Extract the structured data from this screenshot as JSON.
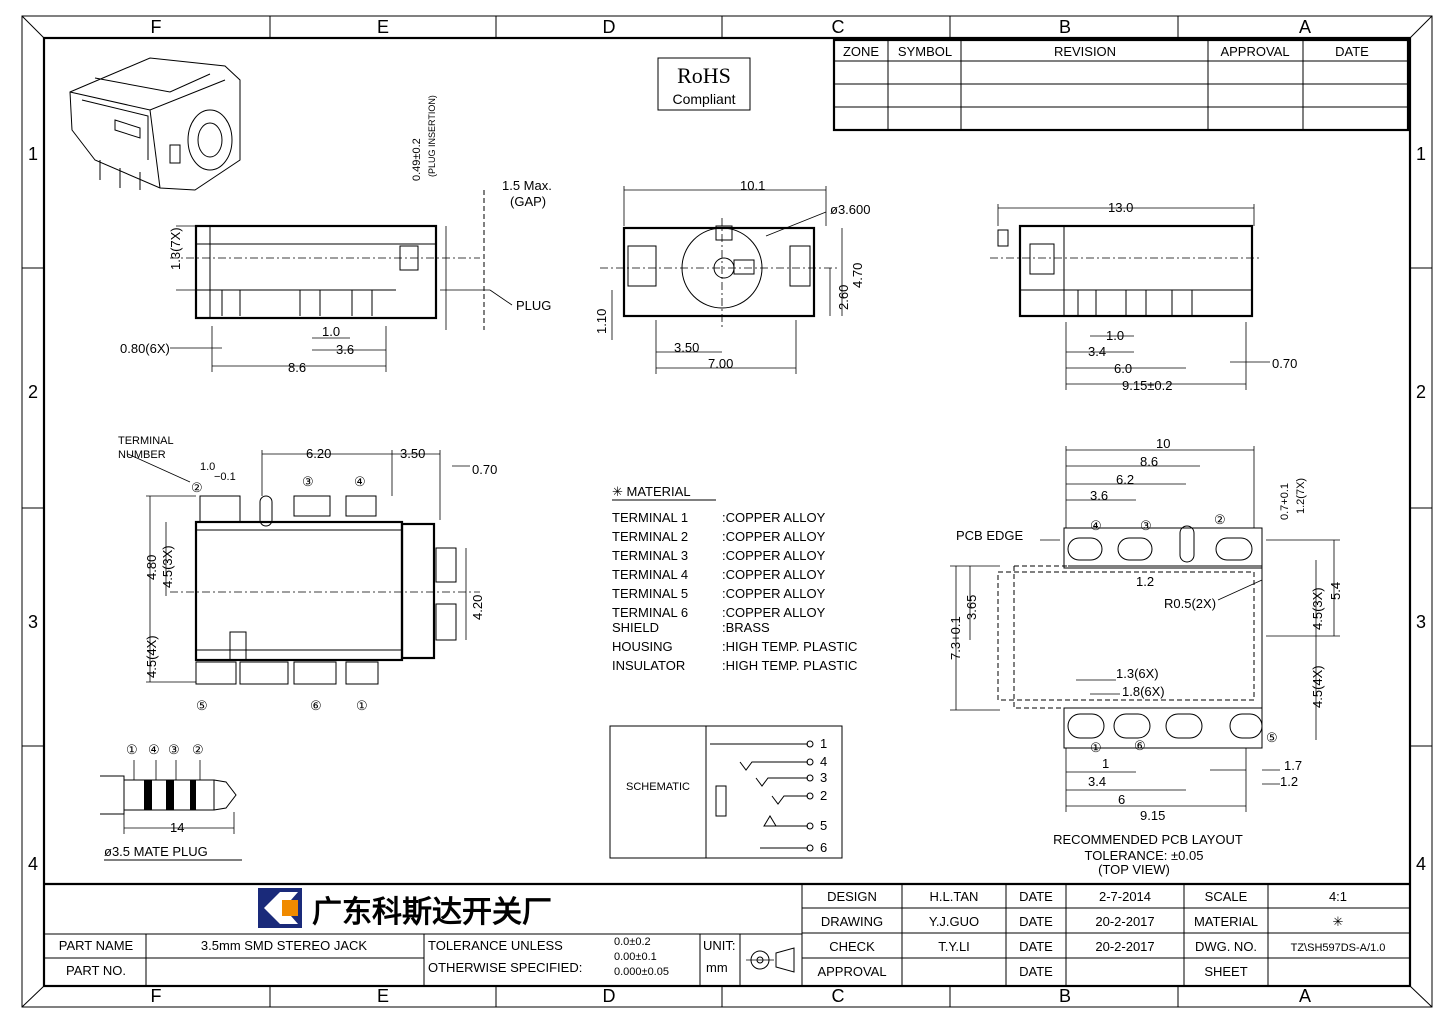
{
  "border": {
    "columns": [
      "F",
      "E",
      "D",
      "C",
      "B",
      "A"
    ],
    "rows": [
      "1",
      "2",
      "3",
      "4"
    ]
  },
  "revision_table": {
    "headers": [
      "ZONE",
      "SYMBOL",
      "REVISION",
      "APPROVAL",
      "DATE"
    ]
  },
  "rohs": {
    "line1": "RoHS",
    "line2": "Compliant"
  },
  "side_view": {
    "dims": [
      "0.49±0.2",
      "(PLUG INSERTION)",
      "1.5 Max.",
      "(GAP)",
      "1.3(7X)",
      "PLUG",
      "1.0",
      "3.6",
      "0.80(6X)",
      "8.6"
    ]
  },
  "front_view": {
    "dims": [
      "10.1",
      "ø3.600",
      "4.70",
      "2.60",
      "1.10",
      "3.50",
      "7.00"
    ]
  },
  "right_view": {
    "dims": [
      "13.0",
      "1.0",
      "3.4",
      "6.0",
      "0.70",
      "9.15±0.2"
    ]
  },
  "top_view": {
    "dims": [
      "TERMINAL",
      "NUMBER",
      "1.0",
      "−0.1",
      "6.20",
      "3.50",
      "0.70",
      "4.80",
      "4.5(3X)",
      "4.20",
      "4.5(4X)"
    ],
    "terminals_top": [
      "②",
      "③",
      "④"
    ],
    "terminals_bottom": [
      "⑤",
      "⑥",
      "①"
    ]
  },
  "material": {
    "title": "✳ MATERIAL",
    "rows": [
      {
        "name": "TERMINAL  1",
        "value": ":COPPER  ALLOY"
      },
      {
        "name": "TERMINAL  2",
        "value": ":COPPER  ALLOY"
      },
      {
        "name": "TERMINAL  3",
        "value": ":COPPER  ALLOY"
      },
      {
        "name": "TERMINAL  4",
        "value": ":COPPER  ALLOY"
      },
      {
        "name": "TERMINAL  5",
        "value": ":COPPER  ALLOY"
      },
      {
        "name": "TERMINAL  6",
        "value": ":COPPER  ALLOY"
      },
      {
        "name": "SHIELD",
        "value": ":BRASS"
      },
      {
        "name": "HOUSING",
        "value": ":HIGH  TEMP.  PLASTIC"
      },
      {
        "name": "INSULATOR",
        "value": ":HIGH  TEMP.  PLASTIC"
      }
    ]
  },
  "schematic": {
    "label": "SCHEMATIC",
    "pins": [
      "1",
      "4",
      "3",
      "2",
      "5",
      "6"
    ]
  },
  "plug": {
    "labels": [
      "①",
      "④",
      "③",
      "②"
    ],
    "length": "14",
    "caption": "ø3.5  MATE  PLUG"
  },
  "pcb_layout": {
    "dims": [
      "10",
      "8.6",
      "6.2",
      "3.6",
      "0.7+0.1",
      "1.2(7X)",
      "PCB  EDGE",
      "1.2",
      "R0.5(2X)",
      "3.65",
      "7.3+0.1",
      "4.5(3X)",
      "5.4",
      "1.3(6X)",
      "1.8(6X)",
      "4.5(4X)",
      "1",
      "3.4",
      "6",
      "9.15",
      "1.7",
      "1.2"
    ],
    "pads_top": [
      "④",
      "③",
      "②"
    ],
    "pads_bottom": [
      "①",
      "⑥",
      "⑤"
    ],
    "caption1": "RECOMMENDED  PCB  LAYOUT",
    "caption2": "TOLERANCE: ±0.05",
    "caption3": "(TOP  VIEW)"
  },
  "title_block": {
    "company": "广东科斯达开关厂",
    "part_name_label": "PART NAME",
    "part_name": "3.5mm  SMD  STEREO  JACK",
    "part_no_label": "PART NO.",
    "part_no": "",
    "tolerance_l1": "TOLERANCE  UNLESS",
    "tolerance_l2": "OTHERWISE  SPECIFIED:",
    "tol_1": "0.0±0.2",
    "tol_2": "0.00±0.1",
    "tol_3": "0.000±0.05",
    "unit_label": "UNIT:",
    "unit": "mm",
    "rows": [
      {
        "role": "DESIGN",
        "name": "H.L.TAN",
        "date_label": "DATE",
        "date": "2-7-2014",
        "k": "SCALE",
        "v": "4:1"
      },
      {
        "role": "DRAWING",
        "name": "Y.J.GUO",
        "date_label": "DATE",
        "date": "20-2-2017",
        "k": "MATERIAL",
        "v": "✳"
      },
      {
        "role": "CHECK",
        "name": "T.Y.LI",
        "date_label": "DATE",
        "date": "20-2-2017",
        "k": "DWG. NO.",
        "v": "TZ\\SH597DS-A/1.0"
      },
      {
        "role": "APPROVAL",
        "name": "",
        "date_label": "DATE",
        "date": "",
        "k": "SHEET",
        "v": ""
      }
    ]
  }
}
